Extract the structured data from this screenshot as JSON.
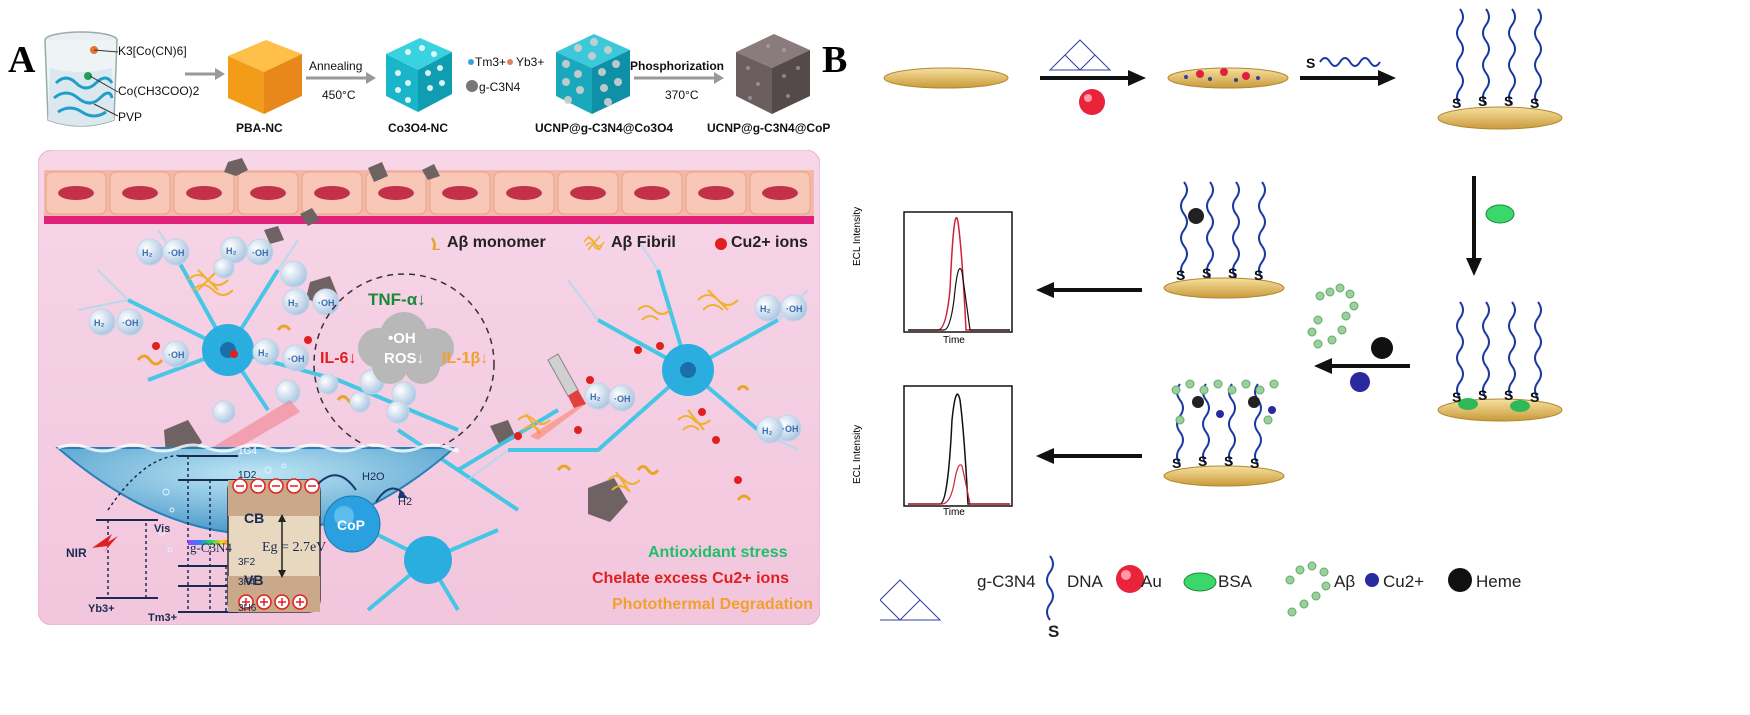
{
  "panelA": {
    "letter": "A",
    "reagents": {
      "k3": "K3[Co(CN)6]",
      "co": "Co(CH3COO)2",
      "pvp": "PVP"
    },
    "steps": {
      "pba": "PBA-NC",
      "annealing": "Annealing",
      "annealing_temp": "450°C",
      "co3o4": "Co3O4-NC",
      "tm": "Tm3+",
      "yb": "Yb3+",
      "gcn": "g-C3N4",
      "ucnp_co3o4": "UCNP@g-C3N4@Co3O4",
      "phos": "Phosphorization",
      "phos_temp": "370°C",
      "ucnp_cop": "UCNP@g-C3N4@CoP"
    },
    "legend": {
      "monomer": "Aβ monomer",
      "fibril": "Aβ Fibril",
      "cu": "Cu2+ ions"
    },
    "cytokines": {
      "tnf": "TNF-α↓",
      "il6": "IL-6↓",
      "il1": "IL-1β↓",
      "oh": "•OH",
      "ros": "ROS↓"
    },
    "effects": {
      "antiox": "Antioxidant stress",
      "chelate": "Chelate excess Cu2+ ions",
      "photo": "Photothermal Degradation"
    },
    "energy": {
      "nir": "NIR",
      "vis": "Vis",
      "yb": "Yb3+",
      "tm": "Tm3+",
      "g1": "1G4",
      "d2": "1D2",
      "f2": "3F2",
      "f3": "3F4",
      "h6": "3H6",
      "cb": "CB",
      "vb": "VB",
      "gap": "Eg = 2.7eV",
      "gcn": "g-C3N4",
      "cop": "CoP",
      "h2o": "H2O",
      "h2": "H2"
    },
    "colors": {
      "monomer": "#e8a52a",
      "cu": "#e02020",
      "antiox": "#1fbf6a",
      "chelate": "#e02020",
      "photo": "#f0a030",
      "tnf": "#1a8a3a",
      "il6": "#e02020",
      "il1": "#f0a030"
    }
  },
  "panelB": {
    "letter": "B",
    "s_label": "S",
    "chart1": {
      "ylabel": "ECL Intensity",
      "xlabel": "Time"
    },
    "chart2": {
      "ylabel": "ECL Intensity",
      "xlabel": "Time"
    },
    "legend": {
      "gcn": "g-C3N4",
      "dna": "DNA",
      "au": "Au",
      "bsa": "BSA",
      "ab": "Aβ",
      "cu": "Cu2+",
      "heme": "Heme"
    }
  }
}
